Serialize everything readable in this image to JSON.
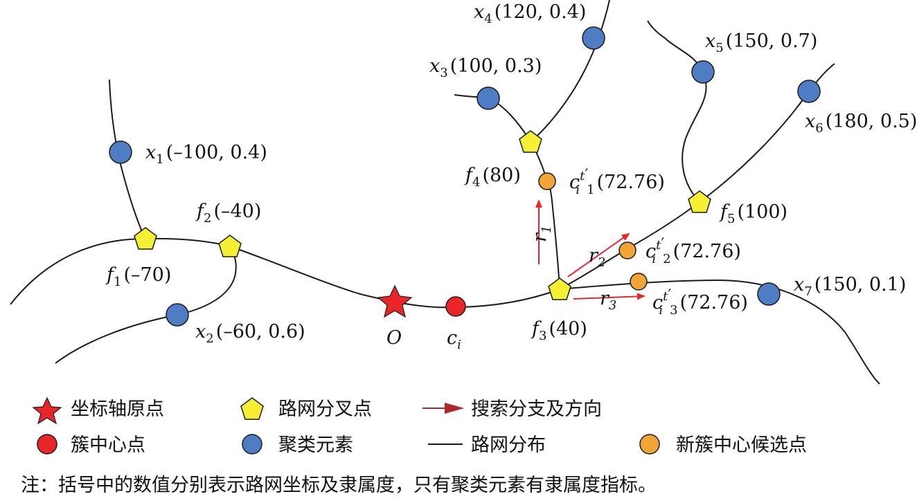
{
  "points": {
    "x1": {
      "sym": "x",
      "sub": "1",
      "coord": "(–100, 0.4)"
    },
    "x2": {
      "sym": "x",
      "sub": "2",
      "coord": "(–60, 0.6)"
    },
    "x3": {
      "sym": "x",
      "sub": "3",
      "coord": "(100, 0.3)"
    },
    "x4": {
      "sym": "x",
      "sub": "4",
      "coord": "(120, 0.4)"
    },
    "x5": {
      "sym": "x",
      "sub": "5",
      "coord": "(150, 0.7)"
    },
    "x6": {
      "sym": "x",
      "sub": "6",
      "coord": "(180, 0.5)"
    },
    "x7": {
      "sym": "x",
      "sub": "7",
      "coord": "(150, 0.1)"
    }
  },
  "forks": {
    "f1": {
      "sym": "f",
      "sub": "1",
      "coord": "(–70)"
    },
    "f2": {
      "sym": "f",
      "sub": "2",
      "coord": "(–40)"
    },
    "f3": {
      "sym": "f",
      "sub": "3",
      "coord": "(40)"
    },
    "f4": {
      "sym": "f",
      "sub": "4",
      "coord": "(80)"
    },
    "f5": {
      "sym": "f",
      "sub": "5",
      "coord": "(100)"
    }
  },
  "candidates": {
    "c1": {
      "sym": "c",
      "sub": "i",
      "sup": "t",
      "prime": "′",
      "idx": "1",
      "coord": "(72.76)"
    },
    "c2": {
      "sym": "c",
      "sub": "i",
      "sup": "t",
      "prime": "′",
      "idx": "2",
      "coord": "(72.76)"
    },
    "c3": {
      "sym": "c",
      "sub": "i",
      "sup": "t",
      "prime": "′",
      "idx": "3",
      "coord": "(72.76)"
    }
  },
  "branches": {
    "r1": {
      "sym": "r",
      "sub": "1"
    },
    "r2": {
      "sym": "r",
      "sub": "2"
    },
    "r3": {
      "sym": "r",
      "sub": "3"
    }
  },
  "origin_label": "O",
  "cluster_center": {
    "sym": "c",
    "sub": "i"
  },
  "legend": {
    "origin": "坐标轴原点",
    "fork": "路网分叉点",
    "branch": "搜索分支及方向",
    "center": "簇中心点",
    "element": "聚类元素",
    "road": "路网分布",
    "candidate": "新簇中心候选点"
  },
  "note": "注：括号中的数值分别表示路网坐标及隶属度，只有聚类元素有隶属度指标。",
  "colors": {
    "element": "#4f7dc4",
    "fork": "#f5f034",
    "candidate": "#f2a535",
    "center": "#e8262a",
    "arrow": "#e8262a"
  }
}
